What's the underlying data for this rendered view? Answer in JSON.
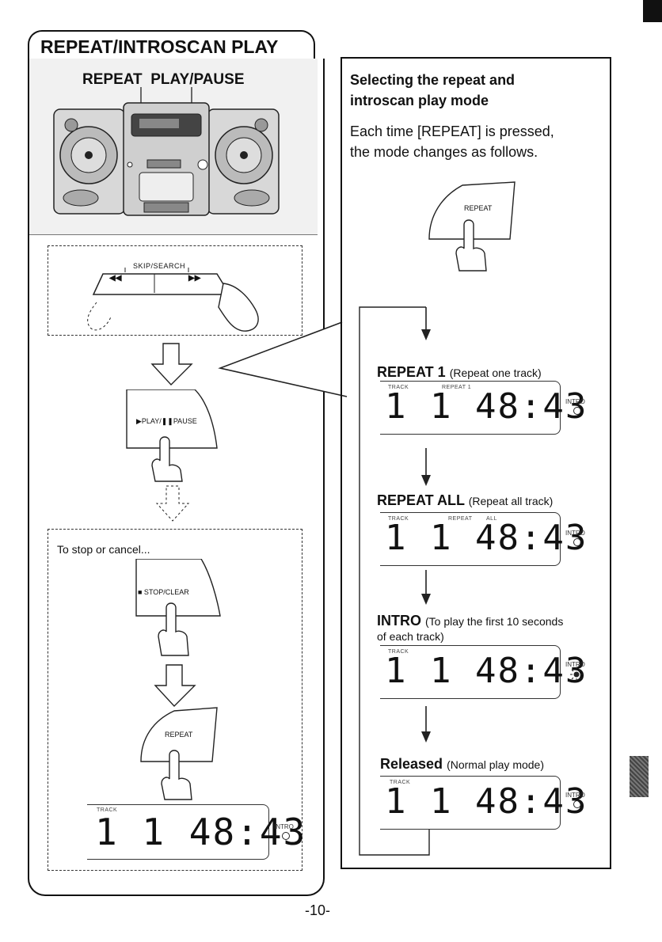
{
  "page": {
    "title": "REPEAT/INTROSCAN PLAY",
    "page_number": "-10-"
  },
  "left": {
    "label_repeat": "REPEAT",
    "label_play_pause": "PLAY/PAUSE",
    "skip_search_label": "SKIP/SEARCH",
    "skip_prev_symbol": "◀◀",
    "skip_next_symbol": "▶▶",
    "play_pause_button": "▶PLAY/❚❚PAUSE",
    "stop_cancel_text": "To stop or cancel...",
    "stop_clear_button": "■ STOP/CLEAR",
    "repeat_button": "REPEAT",
    "display": {
      "track_label": "TRACK",
      "digits": "1 1 48:43",
      "intro_label": "INTRO"
    }
  },
  "right": {
    "heading_line1": "Selecting the repeat and",
    "heading_line2": "introscan play mode",
    "body_line1": "Each time [REPEAT] is pressed,",
    "body_line2": "the mode changes as follows.",
    "repeat_button": "REPEAT",
    "modes": [
      {
        "title": "REPEAT 1",
        "subtitle": "(Repeat one track)",
        "indicator_a": "REPEAT 1",
        "indicator_b": "",
        "intro_active": false
      },
      {
        "title": "REPEAT ALL",
        "subtitle": "(Repeat all track)",
        "indicator_a": "REPEAT",
        "indicator_b": "ALL",
        "intro_active": false
      },
      {
        "title": "INTRO",
        "subtitle": "(To play the first 10 seconds",
        "subtitle2": "of each track)",
        "indicator_a": "",
        "indicator_b": "",
        "intro_active": true
      },
      {
        "title": "Released",
        "subtitle": "(Normal play mode)",
        "indicator_a": "",
        "indicator_b": "",
        "intro_active": false
      }
    ],
    "display": {
      "track_label": "TRACK",
      "digits": "1 1 48:43",
      "intro_label": "INTRO"
    }
  }
}
